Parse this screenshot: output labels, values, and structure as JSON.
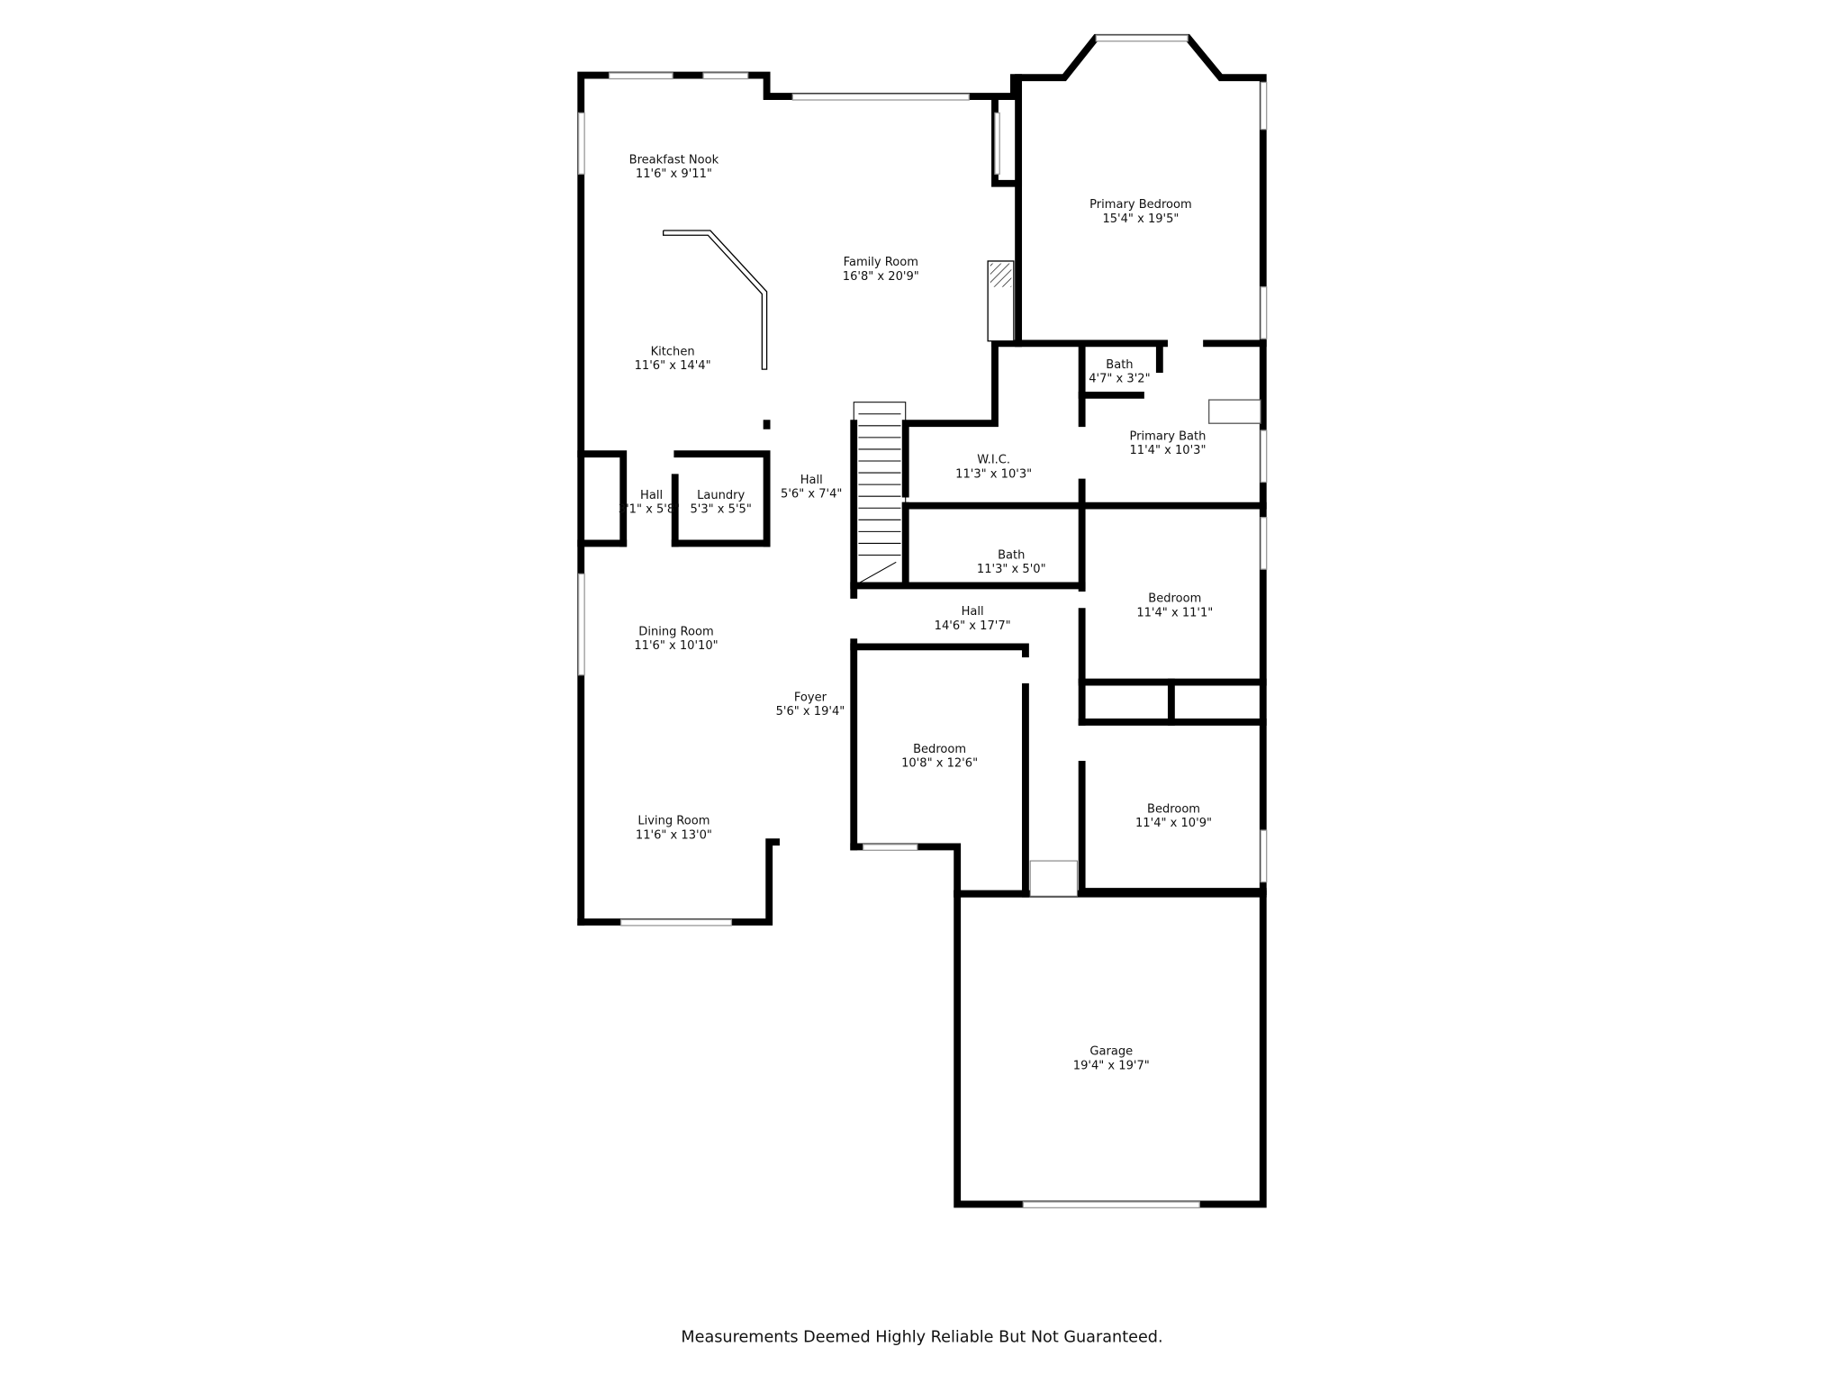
{
  "rooms": [
    {
      "name": "Breakfast Nook",
      "size": "11'6\" x 9'11\""
    },
    {
      "name": "Family Room",
      "size": "16'8\" x 20'9\""
    },
    {
      "name": "Primary Bedroom",
      "size": "15'4\" x 19'5\""
    },
    {
      "name": "Kitchen",
      "size": "11'6\" x 14'4\""
    },
    {
      "name": "Bath",
      "size": "4'7\" x 3'2\""
    },
    {
      "name": "Primary Bath",
      "size": "11'4\" x 10'3\""
    },
    {
      "name": "W.I.C.",
      "size": "11'3\" x 10'3\""
    },
    {
      "name": "Hall",
      "size": "3'1\" x 5'8\""
    },
    {
      "name": "Laundry",
      "size": "5'3\" x 5'5\""
    },
    {
      "name": "Hall",
      "size": "5'6\" x 7'4\""
    },
    {
      "name": "Bath",
      "size": "11'3\" x 5'0\""
    },
    {
      "name": "Hall",
      "size": "14'6\" x 17'7\""
    },
    {
      "name": "Bedroom",
      "size": "11'4\" x 11'1\""
    },
    {
      "name": "Dining Room",
      "size": "11'6\" x 10'10\""
    },
    {
      "name": "Foyer",
      "size": "5'6\" x 19'4\""
    },
    {
      "name": "Bedroom",
      "size": "10'8\" x 12'6\""
    },
    {
      "name": "Bedroom",
      "size": "11'4\" x 10'9\""
    },
    {
      "name": "Living Room",
      "size": "11'6\" x 13'0\""
    },
    {
      "name": "Garage",
      "size": "19'4\" x 19'7\""
    }
  ],
  "footer": "Measurements Deemed Highly Reliable But Not Guaranteed."
}
